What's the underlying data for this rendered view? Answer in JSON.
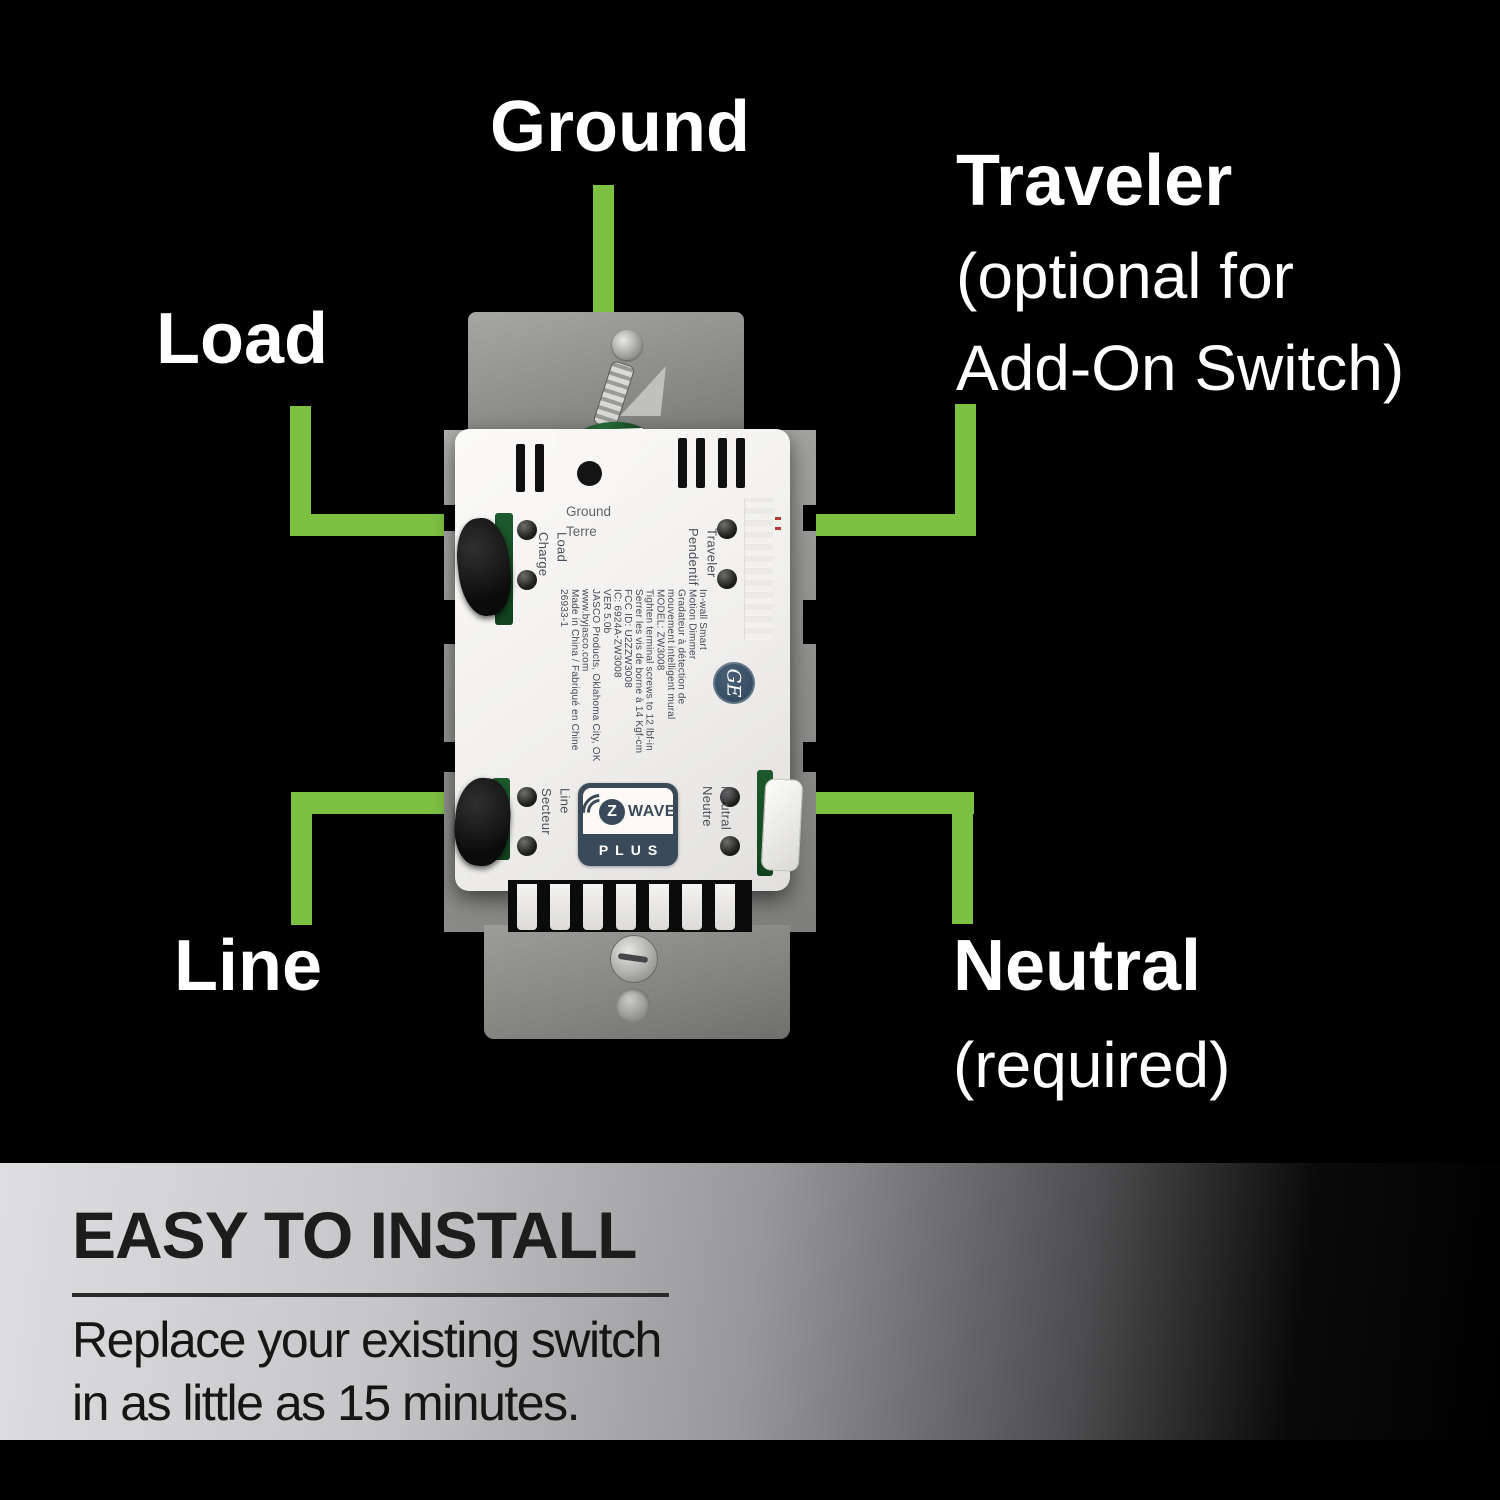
{
  "callouts": {
    "ground": "Ground",
    "load": "Load",
    "traveler_title": "Traveler",
    "traveler_sub": "(optional for\nAdd-On Switch)",
    "line": "Line",
    "neutral_title": "Neutral",
    "neutral_sub": "(required)"
  },
  "device": {
    "terminals": {
      "ground": "Ground\nTerre",
      "load": "Load\nCharge",
      "traveler": "Traveler\nPendentif",
      "line": "Line\nSecteur",
      "neutral": "Neutral\nNeutre"
    },
    "label_lines": [
      "In-wall Smart",
      "Motion Dimmer",
      "Gradateur à détection de",
      "mouvement intelligent mural",
      "MODEL: ZW3008",
      "Tighten terminal screws to 12 lbf-in",
      "Serrer les vis de borne à 14 Kgf-cm",
      "FCC ID: U2ZZW3008",
      "IC: 6924A-ZW3008",
      "VER 5.0b",
      "JASCO Products, Oklahoma City, OK",
      "www.byjasco.com",
      "Made in China / Fabriqué en Chine",
      "26933-1"
    ],
    "ge_monogram": "GE",
    "zwave_badge": {
      "z": "Z",
      "wave": "WAVE",
      "plus": "PLUS"
    }
  },
  "banner": {
    "heading": "EASY TO INSTALL",
    "body": "Replace your existing switch\nin as little as 15 minutes."
  },
  "colors": {
    "accent_green": "#7dc142",
    "badge_navy": "#3b4a59",
    "ge_navy": "#3d5268"
  }
}
